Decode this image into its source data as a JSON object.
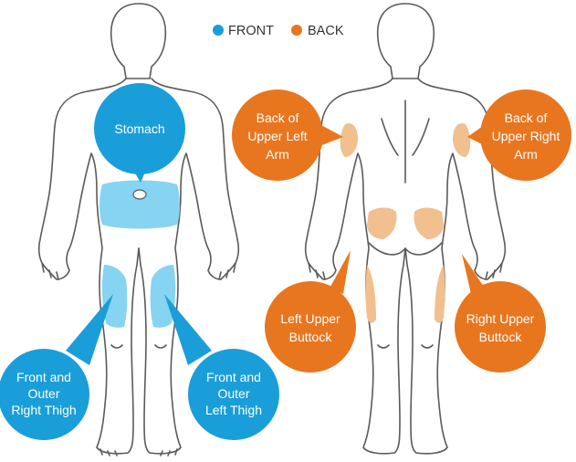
{
  "legend": {
    "front": {
      "label": "FRONT",
      "color": "#1a9ed9"
    },
    "back": {
      "label": "BACK",
      "color": "#e8761f"
    }
  },
  "colors": {
    "outline": "#5a5a5a",
    "front_zone": "#87d3f2",
    "back_zone": "#f2bf8f"
  },
  "front_sites": {
    "stomach": {
      "line1": "Stomach"
    },
    "right_thigh": {
      "line1": "Front and",
      "line2": "Outer",
      "line3": "Right Thigh"
    },
    "left_thigh": {
      "line1": "Front and",
      "line2": "Outer",
      "line3": "Left Thigh"
    }
  },
  "back_sites": {
    "upper_left_arm": {
      "line1": "Back of",
      "line2": "Upper Left",
      "line3": "Arm"
    },
    "upper_right_arm": {
      "line1": "Back of",
      "line2": "Upper Right",
      "line3": "Arm"
    },
    "left_buttock": {
      "line1": "Left Upper",
      "line2": "Buttock"
    },
    "right_buttock": {
      "line1": "Right Upper",
      "line2": "Buttock"
    }
  }
}
